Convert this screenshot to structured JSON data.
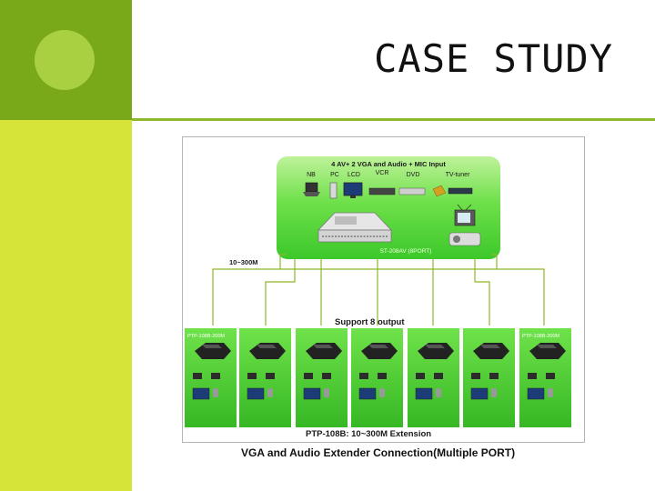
{
  "slide": {
    "title": "CASE STUDY",
    "caption": "VGA and Audio Extender Connection(Multiple PORT)"
  },
  "diagram": {
    "input_header": "4 AV+ 2 VGA and Audio + MIC Input",
    "source_labels": [
      "NB",
      "PC",
      "LCD",
      "VCR",
      "DVD",
      "TV-tuner"
    ],
    "hub_label": "ST-208AV (8PORT)",
    "distance_label": "10~300M",
    "support_label": "Support 8 output",
    "receiver_label_left": "PTP-108B-200M",
    "receiver_label_right": "PTP-108B-200M",
    "bottom_label": "PTP-108B: 10~300M Extension",
    "receiver_count": 7
  },
  "colors": {
    "sidebar_dark": "#79a818",
    "sidebar_light": "#d6e43a",
    "circle": "#a9d040",
    "panel_green": "#5fd23a",
    "wire": "#8db82a"
  }
}
